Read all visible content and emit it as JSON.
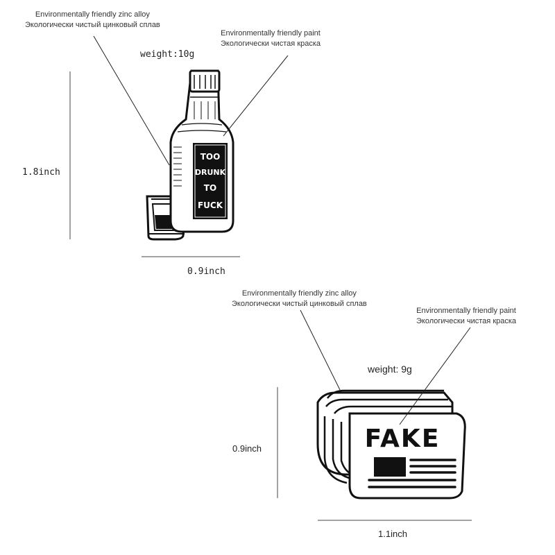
{
  "pin_bottle": {
    "material_note": {
      "line1": "Environmentally friendly zinc alloy",
      "line2": "Экологически чистый цинковый сплав"
    },
    "paint_note": {
      "line1": "Environmentally friendly paint",
      "line2": "Экологически чистая краска"
    },
    "weight": "weight:10g",
    "height": "1.8inch",
    "width": "0.9inch",
    "label_lines": [
      "TOO",
      "DRUNK",
      "TO",
      "FUCK"
    ]
  },
  "pin_newspaper": {
    "material_note": {
      "line1": "Environmentally friendly zinc alloy",
      "line2": "Экологически чистый цинковый сплав"
    },
    "paint_note": {
      "line1": "Environmentally friendly paint",
      "line2": "Экологически чистая краска"
    },
    "weight": "weight: 9g",
    "height": "0.9inch",
    "width": "1.1inch",
    "headline": "FAKE"
  }
}
